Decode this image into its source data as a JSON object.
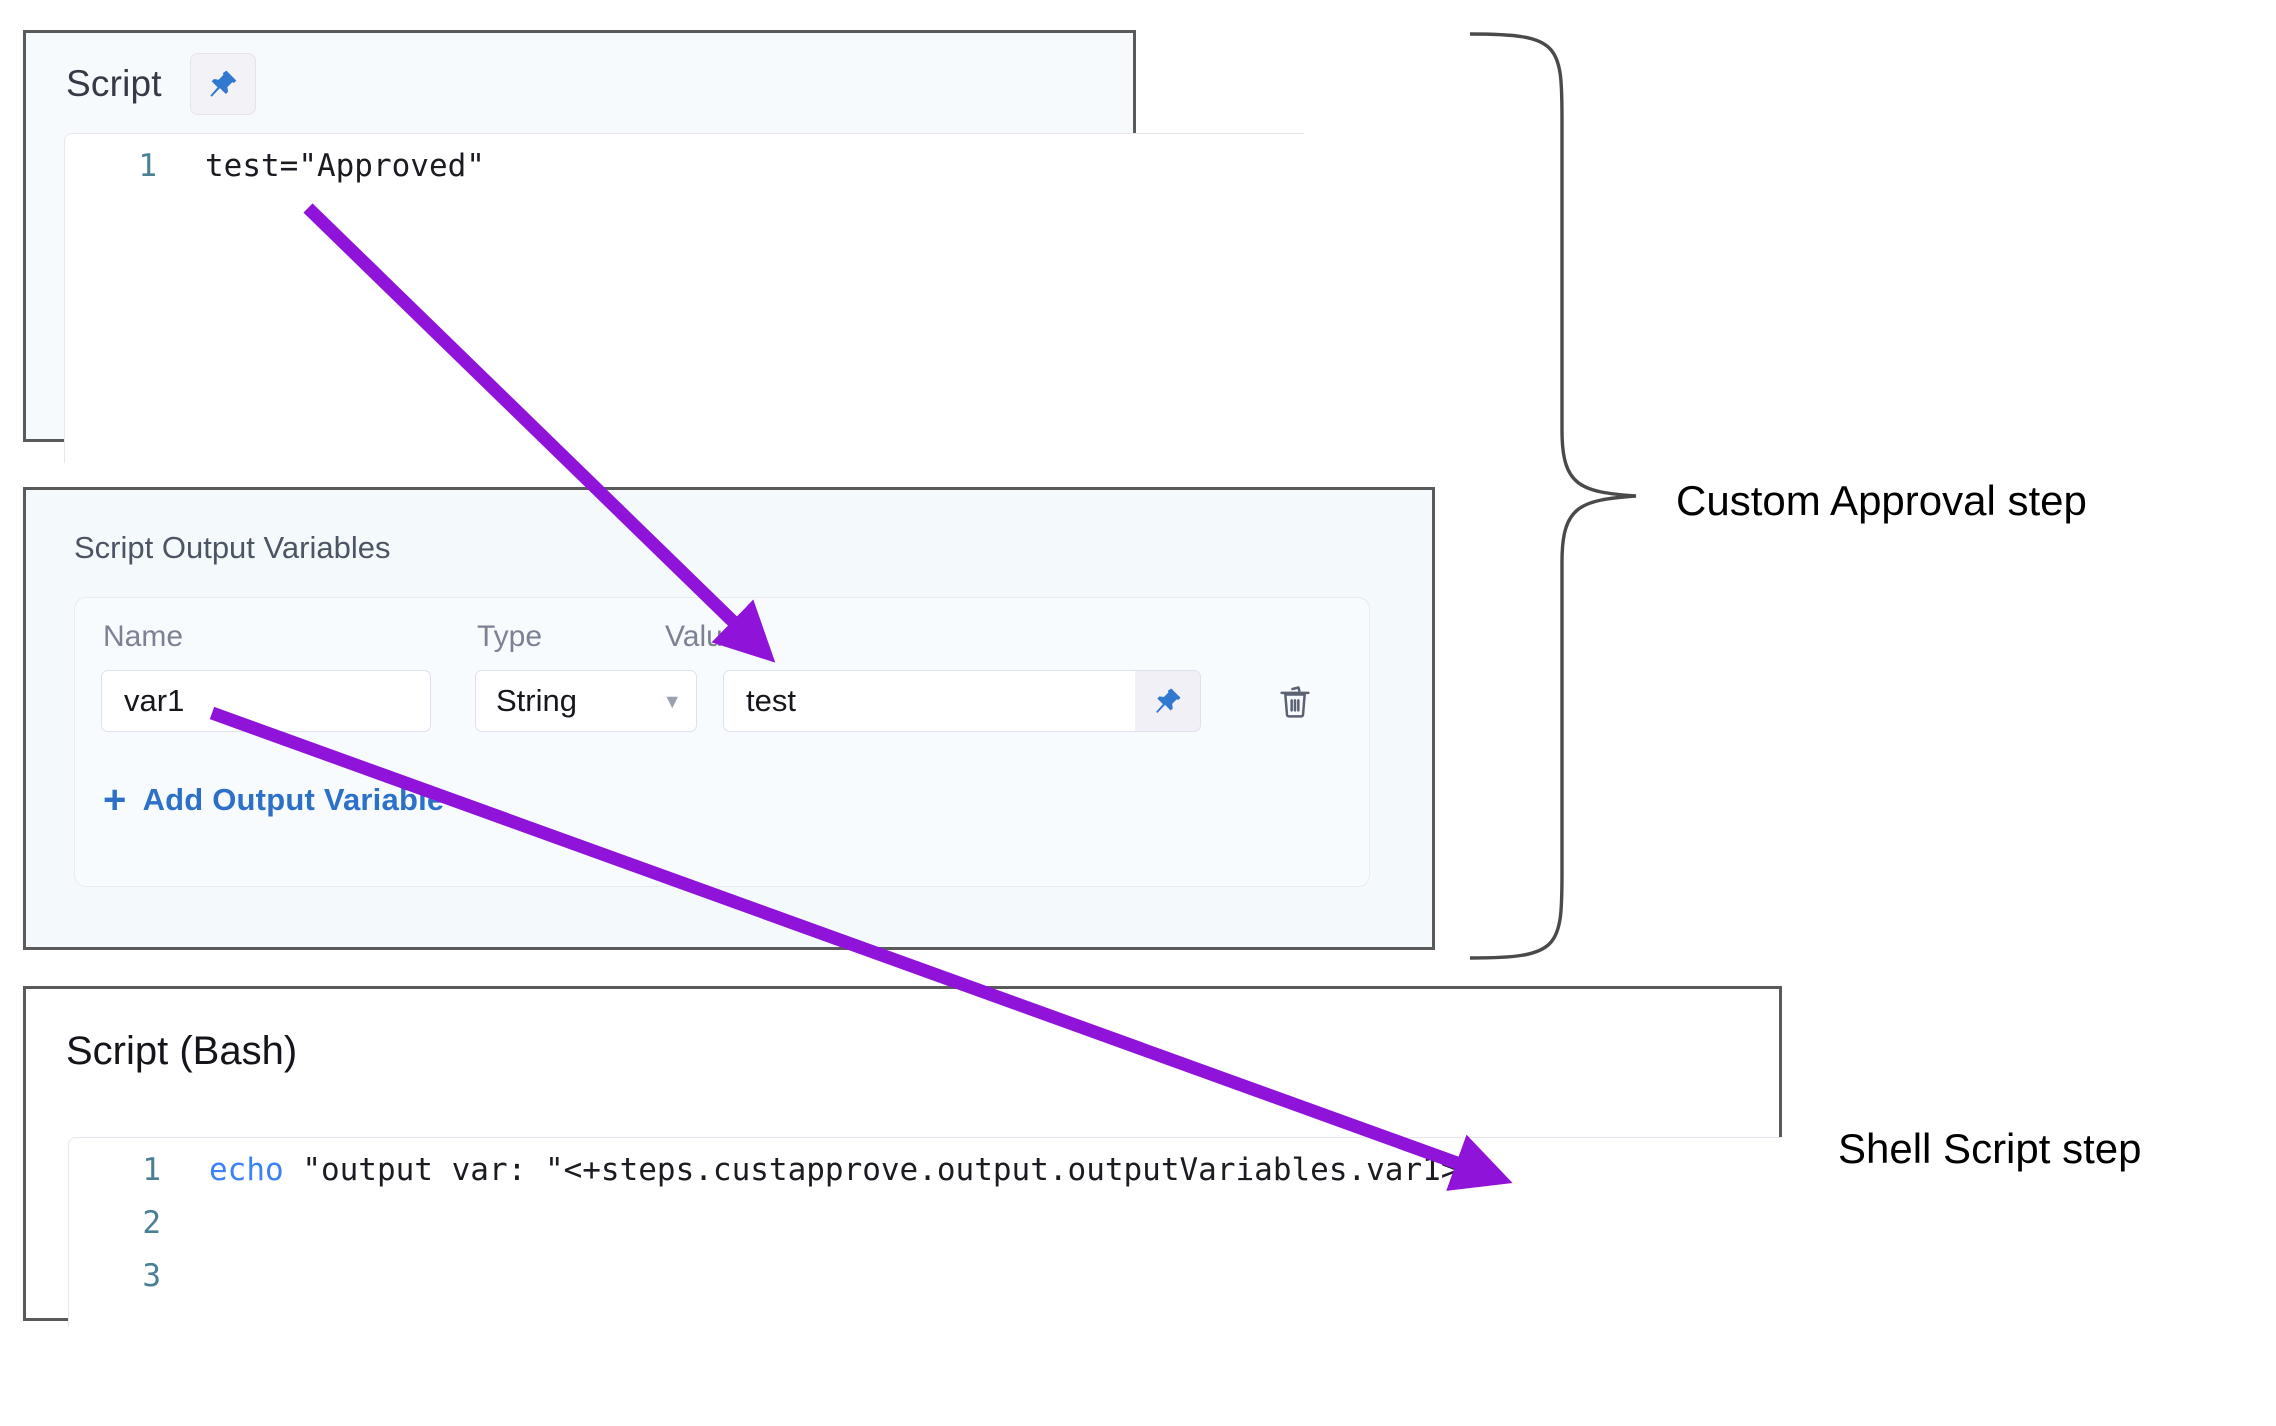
{
  "script_panel": {
    "title": "Script",
    "pin_icon": "pin-icon",
    "code_lines": [
      {
        "number": "1",
        "text": "test=\"Approved\""
      }
    ]
  },
  "output_variables_panel": {
    "title": "Script Output Variables",
    "columns": {
      "name": "Name",
      "type": "Type",
      "value": "Value"
    },
    "rows": [
      {
        "name": "var1",
        "type": "String",
        "value": "test",
        "pin_icon": "pin-icon",
        "delete_icon": "trash-icon",
        "chevron_icon": "chevron-down-icon"
      }
    ],
    "add_label": "Add Output Variable",
    "add_plus": "+"
  },
  "bash_panel": {
    "title": "Script (Bash)",
    "code_lines": [
      {
        "number": "1",
        "keyword": "echo",
        "text": " \"output var: \"<+steps.custapprove.output.outputVariables.var1>"
      },
      {
        "number": "2",
        "keyword": "",
        "text": ""
      },
      {
        "number": "3",
        "keyword": "",
        "text": ""
      }
    ]
  },
  "annotations": {
    "custom_approval": "Custom Approval step",
    "shell_script": "Shell Script step",
    "arrow_color": "#9013d9",
    "brace_color": "#4a4a4a"
  }
}
